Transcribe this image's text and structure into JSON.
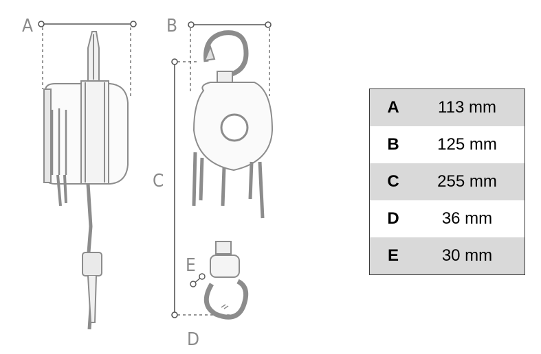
{
  "labels": {
    "a": "A",
    "b": "B",
    "c": "C",
    "d": "D",
    "e": "E"
  },
  "colors": {
    "line": "#555555",
    "drawing": "#8c8c8c",
    "shade": "#d9d9d9"
  },
  "spec_table": {
    "rows": [
      {
        "key": "A",
        "value": "113 mm"
      },
      {
        "key": "B",
        "value": "125 mm"
      },
      {
        "key": "C",
        "value": "255 mm"
      },
      {
        "key": "D",
        "value": "36 mm"
      },
      {
        "key": "E",
        "value": "30 mm"
      }
    ]
  }
}
